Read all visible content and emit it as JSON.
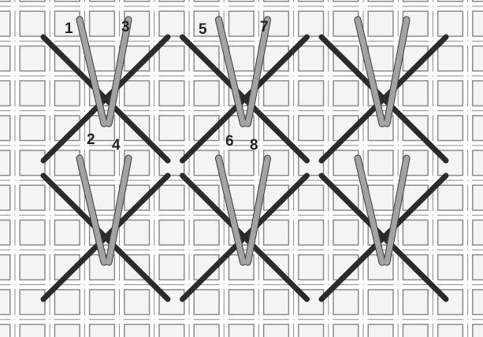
{
  "colors": {
    "canvas": "#f4f4f4",
    "mesh_thread": "#ffffff",
    "mesh_shadow": "#8a8a8a",
    "cross_stitch": "#2b2b2b",
    "upright_stitch": "#a3a3a3",
    "upright_outline": "#3a3a3a",
    "label": "#222222"
  },
  "diagram": {
    "kind": "needlepoint-stitch-diagram",
    "stitch_units": {
      "rows": 2,
      "columns": 3
    },
    "step_labels": [
      "1",
      "2",
      "3",
      "4",
      "5",
      "6",
      "7",
      "8"
    ]
  }
}
